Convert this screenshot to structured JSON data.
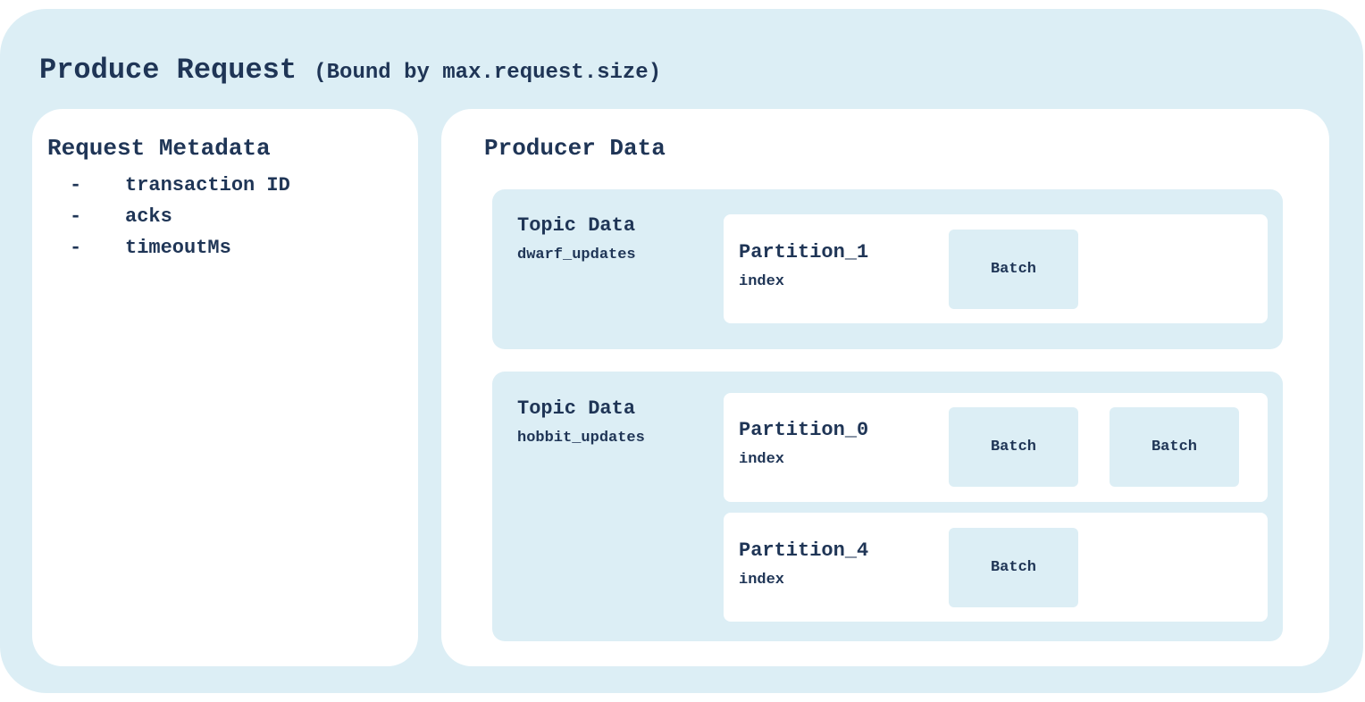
{
  "title": {
    "main": "Produce Request",
    "sub": "(Bound by max.request.size)"
  },
  "metadata": {
    "title": "Request Metadata",
    "items": [
      {
        "dash": "-",
        "label": "transaction ID"
      },
      {
        "dash": "-",
        "label": "acks"
      },
      {
        "dash": "-",
        "label": "timeoutMs"
      }
    ]
  },
  "producer": {
    "title": "Producer Data",
    "topics": [
      {
        "label": "Topic Data",
        "name": "dwarf_updates",
        "partitions": [
          {
            "label": "Partition_1",
            "index": "index",
            "batches": [
              "Batch"
            ]
          }
        ]
      },
      {
        "label": "Topic Data",
        "name": "hobbit_updates",
        "partitions": [
          {
            "label": "Partition_0",
            "index": "index",
            "batches": [
              "Batch",
              "Batch"
            ]
          },
          {
            "label": "Partition_4",
            "index": "index",
            "batches": [
              "Batch"
            ]
          }
        ]
      }
    ]
  },
  "colors": {
    "background": "#dceef5",
    "panel": "#ffffff",
    "text": "#1f3556"
  }
}
